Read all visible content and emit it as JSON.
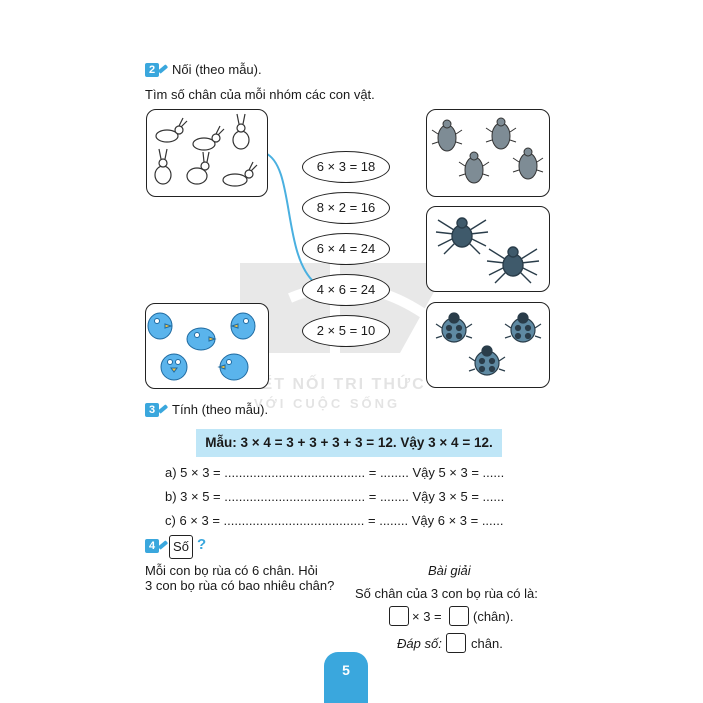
{
  "ex2": {
    "number": "2",
    "title": "Nối (theo mẫu).",
    "instruction": "Tìm số chân của mỗi nhóm các con vật.",
    "equations": [
      "6 × 3 = 18",
      "8 × 2 = 16",
      "6 × 4 = 24",
      "4 × 6 = 24",
      "2 × 5 = 10"
    ],
    "groups": [
      "rabbits",
      "beetles",
      "spiders",
      "birds",
      "ladybugs"
    ]
  },
  "watermark": {
    "line1": "KẾT NỐI TRI THỨC",
    "line2": "VỚI CUỘC SỐNG"
  },
  "ex3": {
    "number": "3",
    "title": "Tính (theo mẫu).",
    "sample": "Mẫu: 3 × 4 = 3 + 3 + 3 + 3 = 12. Vậy 3 × 4 = 12.",
    "rows": [
      {
        "label": "a) 5 × 3 = ....................................... = ........ Vậy 5 × 3 = ......"
      },
      {
        "label": "b) 3 × 5 = ....................................... = ........ Vậy 3 × 5 = ......"
      },
      {
        "label": "c) 6 × 3 = ....................................... = ........ Vậy 6 × 3 = ......"
      }
    ]
  },
  "ex4": {
    "number": "4",
    "badge": "Số",
    "question_mark": "?",
    "problem_line1": "Mỗi con bọ rùa có 6 chân. Hỏi",
    "problem_line2": "3 con bọ rùa có bao nhiêu chân?",
    "solution_title": "Bài giải",
    "solution_line": "Số chân của 3 con bọ rùa có là:",
    "times": "× 3 =",
    "unit": "(chân).",
    "answer_label": "Đáp số:",
    "answer_unit": "chân."
  },
  "page_number": "5",
  "colors": {
    "accent": "#3aa7dd",
    "sample_bg": "#bfe6f7",
    "bird_blue": "#5ab4ec",
    "bug_dark": "#3f5a6b"
  }
}
